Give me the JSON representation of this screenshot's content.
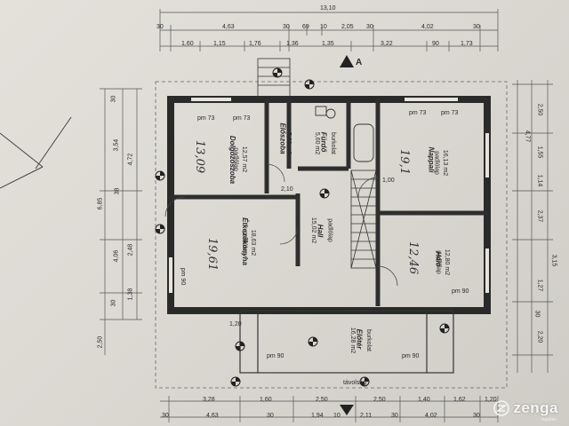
{
  "top_dims": {
    "overall": "13,10",
    "row1": [
      "30",
      "4,63",
      "30",
      "69",
      "10",
      "2,05",
      "30",
      "4,02",
      "30"
    ],
    "row2": [
      "1,60",
      "1,15",
      "1,76",
      "1,36",
      "1,35",
      "3,22",
      "90",
      "1,73"
    ]
  },
  "bottom_dims": {
    "row1": [
      "3,28",
      "1,60",
      "2,50",
      "2,50",
      "1,40",
      "1,62",
      "1,20"
    ],
    "row2": [
      "30",
      "4,63",
      "30",
      "1,94",
      "10",
      "2,11",
      "30",
      "4,02",
      "30"
    ]
  },
  "left_dims": [
    "6,85",
    "4,72",
    "3,54",
    "38",
    "4,06",
    "2,48",
    "1,38",
    "30",
    "30",
    "2,50"
  ],
  "right_dims": [
    "4,77",
    "2,50",
    "1,55",
    "1,14",
    "2,37",
    "1,27",
    "30",
    "2,20",
    "3,15"
  ],
  "rooms": {
    "dolgozo": {
      "name": "Dolgozószoba",
      "sub": "padlólap",
      "area": "12,57 m2",
      "hand": "13,09"
    },
    "eloszoba": {
      "name": "Előszoba",
      "sub": "padlólap",
      "area": "5,60 m2"
    },
    "furdo": {
      "name": "Fürdő",
      "sub": "burkolat",
      "area": "5,60 m2"
    },
    "nappali": {
      "name": "Nappali",
      "sub": "padlólap",
      "area": "16,13 m2",
      "hand": "19,1"
    },
    "hall": {
      "name": "Hall",
      "sub": "padlólap",
      "area": "15,02 m2"
    },
    "etkezo": {
      "name": "Étkezőkonyha",
      "sub": "padlólap",
      "area": "18,63 m2",
      "hand": "19,61"
    },
    "halo": {
      "name": "Háló",
      "sub": "padlólap",
      "area": "12,80 m2",
      "hand": "12,46"
    },
    "terasz": {
      "name": "Előtér",
      "sub": "burkolat",
      "area": "16,28 m2"
    }
  },
  "labels": {
    "pm73a": "pm 73",
    "pm73b": "pm 73",
    "pm73c": "pm 73",
    "pm73d": "pm 73",
    "pm90a": "pm 90",
    "pm90b": "pm 90",
    "pm90c": "pm 90",
    "pm90d": "pm 90",
    "d210": "2,10",
    "d100": "1,00",
    "d120": "1,20",
    "section": "A",
    "bottom_note": "távolság"
  },
  "brand": {
    "name": "zenga",
    "sub": "ingatlan"
  }
}
